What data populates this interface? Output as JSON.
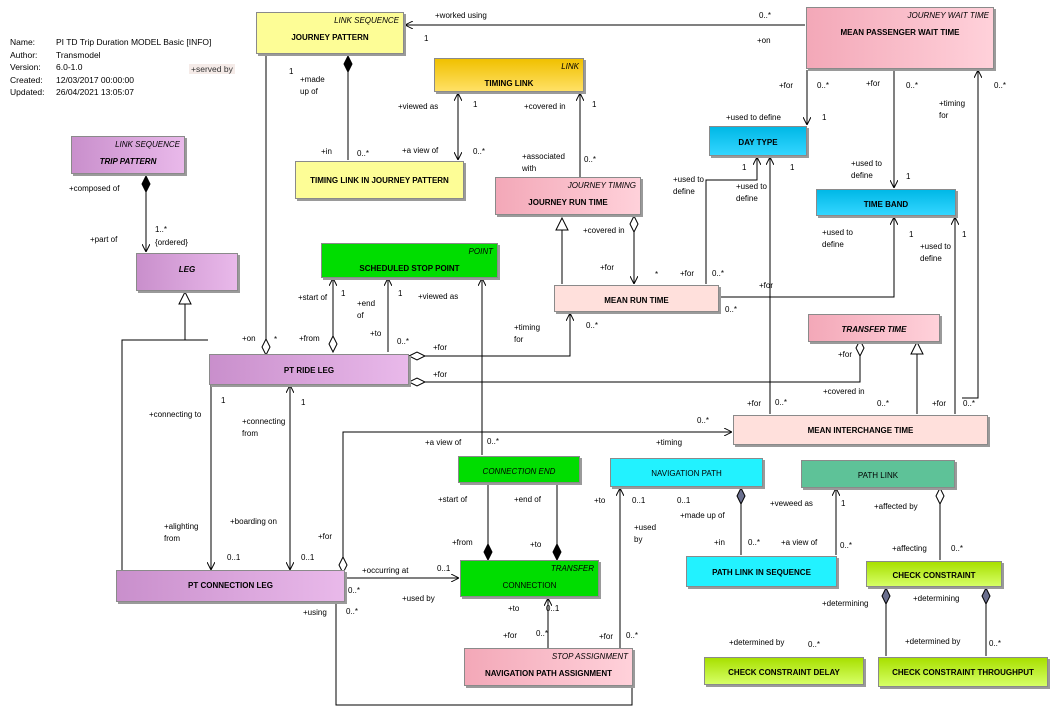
{
  "meta": {
    "rows": [
      {
        "key": "Name:",
        "value": "PI TD Trip Duration MODEL Basic [INFO]"
      },
      {
        "key": "Author:",
        "value": "Transmodel"
      },
      {
        "key": "Version:",
        "value": "6.0-1.0"
      },
      {
        "key": "Created:",
        "value": "12/03/2017 00:00:00"
      },
      {
        "key": "Updated:",
        "value": "26/04/2021 13:05:07"
      }
    ],
    "served_by": "+served by"
  },
  "classes": {
    "journey_pattern": {
      "stereotype": "LINK SEQUENCE",
      "name": "JOURNEY PATTERN"
    },
    "timing_link": {
      "stereotype": "LINK",
      "name": "TIMING LINK"
    },
    "mean_passenger_wait_time": {
      "stereotype": "JOURNEY WAIT TIME",
      "name": "MEAN PASSENGER WAIT TIME"
    },
    "trip_pattern": {
      "stereotype": "LINK SEQUENCE",
      "name": "TRIP PATTERN"
    },
    "timing_link_in_journey_pattern": {
      "stereotype": "",
      "name": "TIMING LINK IN JOURNEY PATTERN"
    },
    "journey_run_time": {
      "stereotype": "JOURNEY TIMING",
      "name": "JOURNEY RUN TIME"
    },
    "day_type": {
      "stereotype": "",
      "name": "DAY TYPE"
    },
    "time_band": {
      "stereotype": "",
      "name": "TIME BAND"
    },
    "leg": {
      "stereotype": "",
      "name": "LEG"
    },
    "scheduled_stop_point": {
      "stereotype": "POINT",
      "name": "SCHEDULED STOP POINT"
    },
    "mean_run_time": {
      "stereotype": "",
      "name": "MEAN RUN TIME"
    },
    "transfer_time": {
      "stereotype": "",
      "name": "TRANSFER TIME"
    },
    "pt_ride_leg": {
      "stereotype": "",
      "name": "PT RIDE LEG"
    },
    "mean_interchange_time": {
      "stereotype": "",
      "name": "MEAN INTERCHANGE TIME"
    },
    "connection_end": {
      "stereotype": "",
      "name": "CONNECTION END"
    },
    "navigation_path": {
      "stereotype": "",
      "name": "NAVIGATION PATH"
    },
    "path_link": {
      "stereotype": "",
      "name": "PATH LINK"
    },
    "pt_connection_leg": {
      "stereotype": "",
      "name": "PT CONNECTION  LEG"
    },
    "connection": {
      "stereotype": "TRANSFER",
      "name": "CONNECTION"
    },
    "path_link_in_sequence": {
      "stereotype": "",
      "name": "PATH LINK IN SEQUENCE"
    },
    "check_constraint": {
      "stereotype": "",
      "name": "CHECK CONSTRAINT"
    },
    "navigation_path_assignment": {
      "stereotype": "STOP ASSIGNMENT",
      "name": "NAVIGATION PATH ASSIGNMENT"
    },
    "check_constraint_delay": {
      "stereotype": "",
      "name": "CHECK CONSTRAINT DELAY"
    },
    "check_constraint_throughput": {
      "stereotype": "",
      "name": "CHECK CONSTRAINT THROUGHPUT"
    }
  },
  "labels": {
    "l001": "+worked using",
    "l002": "0..*",
    "l003": "1",
    "l004": "+on",
    "l005": "1",
    "l006": "+made\nup of",
    "l007": "+viewed as",
    "l008": "1",
    "l009": "+covered in",
    "l010": "1",
    "l011": "+in",
    "l012": "0..*",
    "l013": "+a view of",
    "l014": "0..*",
    "l015": "+for",
    "l016": "0..*",
    "l017": "+for",
    "l018": "0..*",
    "l019": "0..*",
    "l020": "+used to define",
    "l021": "1",
    "l022": "+timing\nfor",
    "l023": "+composed of",
    "l024": "1..*",
    "l025": "{ordered}",
    "l026": "+part of",
    "l027": "+associated\nwith",
    "l028": "0..*",
    "l029": "+used to\ndefine",
    "l030": "1",
    "l031": "+used to\ndefine",
    "l032": "1",
    "l033": "+used to\ndefine",
    "l034": "1",
    "l035": "+covered in",
    "l036": "+for",
    "l037": "*",
    "l038": "+start of",
    "l039": "1",
    "l040": "+end\nof",
    "l041": "1",
    "l042": "+viewed as",
    "l043": "+for",
    "l044": "0..*",
    "l045": "+for",
    "l046": "0..*",
    "l047": "+used to\ndefine",
    "l048": "1",
    "l049": "+used to\ndefine",
    "l050": "1",
    "l051": "+on",
    "l052": "*",
    "l053": "+from",
    "l054": "+to",
    "l055": "0..*",
    "l056": "+timing\nfor",
    "l057": "0..*",
    "l058": "+for",
    "l059": "+for",
    "l060": "+for",
    "l061": "+covered in",
    "l062": "0..*",
    "l063": "+connecting to",
    "l064": "1",
    "l065": "+connecting\nfrom",
    "l066": "1",
    "l067": "+a view of",
    "l068": "0..*",
    "l069": "+timing",
    "l070": "0..*",
    "l071": "+for",
    "l072": "0..*",
    "l073": "+for",
    "l074": "0..*",
    "l075": "+start of",
    "l076": "+end of",
    "l077": "+to",
    "l078": "0..1",
    "l079": "0..1",
    "l080": "+made up of",
    "l081": "+veweed as",
    "l082": "1",
    "l083": "+affected by",
    "l084": "+used\nby",
    "l085": "+alighting\nfrom",
    "l086": "+boarding on",
    "l087": "+for",
    "l088": "+from",
    "l089": "+to",
    "l090": "+in",
    "l091": "0..*",
    "l092": "+a view of",
    "l093": "0..*",
    "l094": "+affecting",
    "l095": "0..*",
    "l096": "0..1",
    "l097": "0..1",
    "l098": "+occurring at",
    "l099": "0..1",
    "l100": "0..*",
    "l101": "+used by",
    "l102": "+using",
    "l103": "0..*",
    "l104": "+to",
    "l105": "0..1",
    "l106": "+for",
    "l107": "0..*",
    "l108": "+for",
    "l109": "0..*",
    "l110": "+determining",
    "l111": "+determining",
    "l112": "+determined by",
    "l113": "0..*",
    "l114": "+determined by",
    "l115": "0..*"
  }
}
